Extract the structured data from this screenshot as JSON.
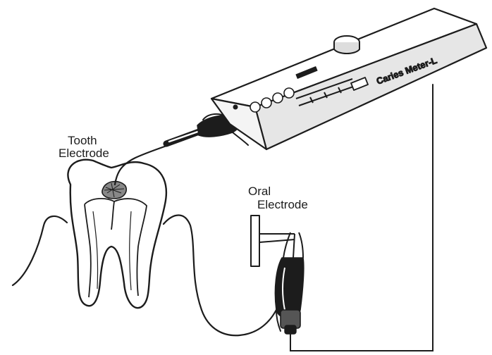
{
  "labels": {
    "tooth_electrode_line1": "Tooth",
    "tooth_electrode_line2": "Electrode",
    "oral_electrode_line1": "Oral",
    "oral_electrode_line2": "Electrode",
    "device_name": "Caries Meter-L"
  },
  "colors": {
    "ink": "#1c1c1c",
    "background": "#ffffff",
    "device_shading": "#e6e6e6"
  }
}
